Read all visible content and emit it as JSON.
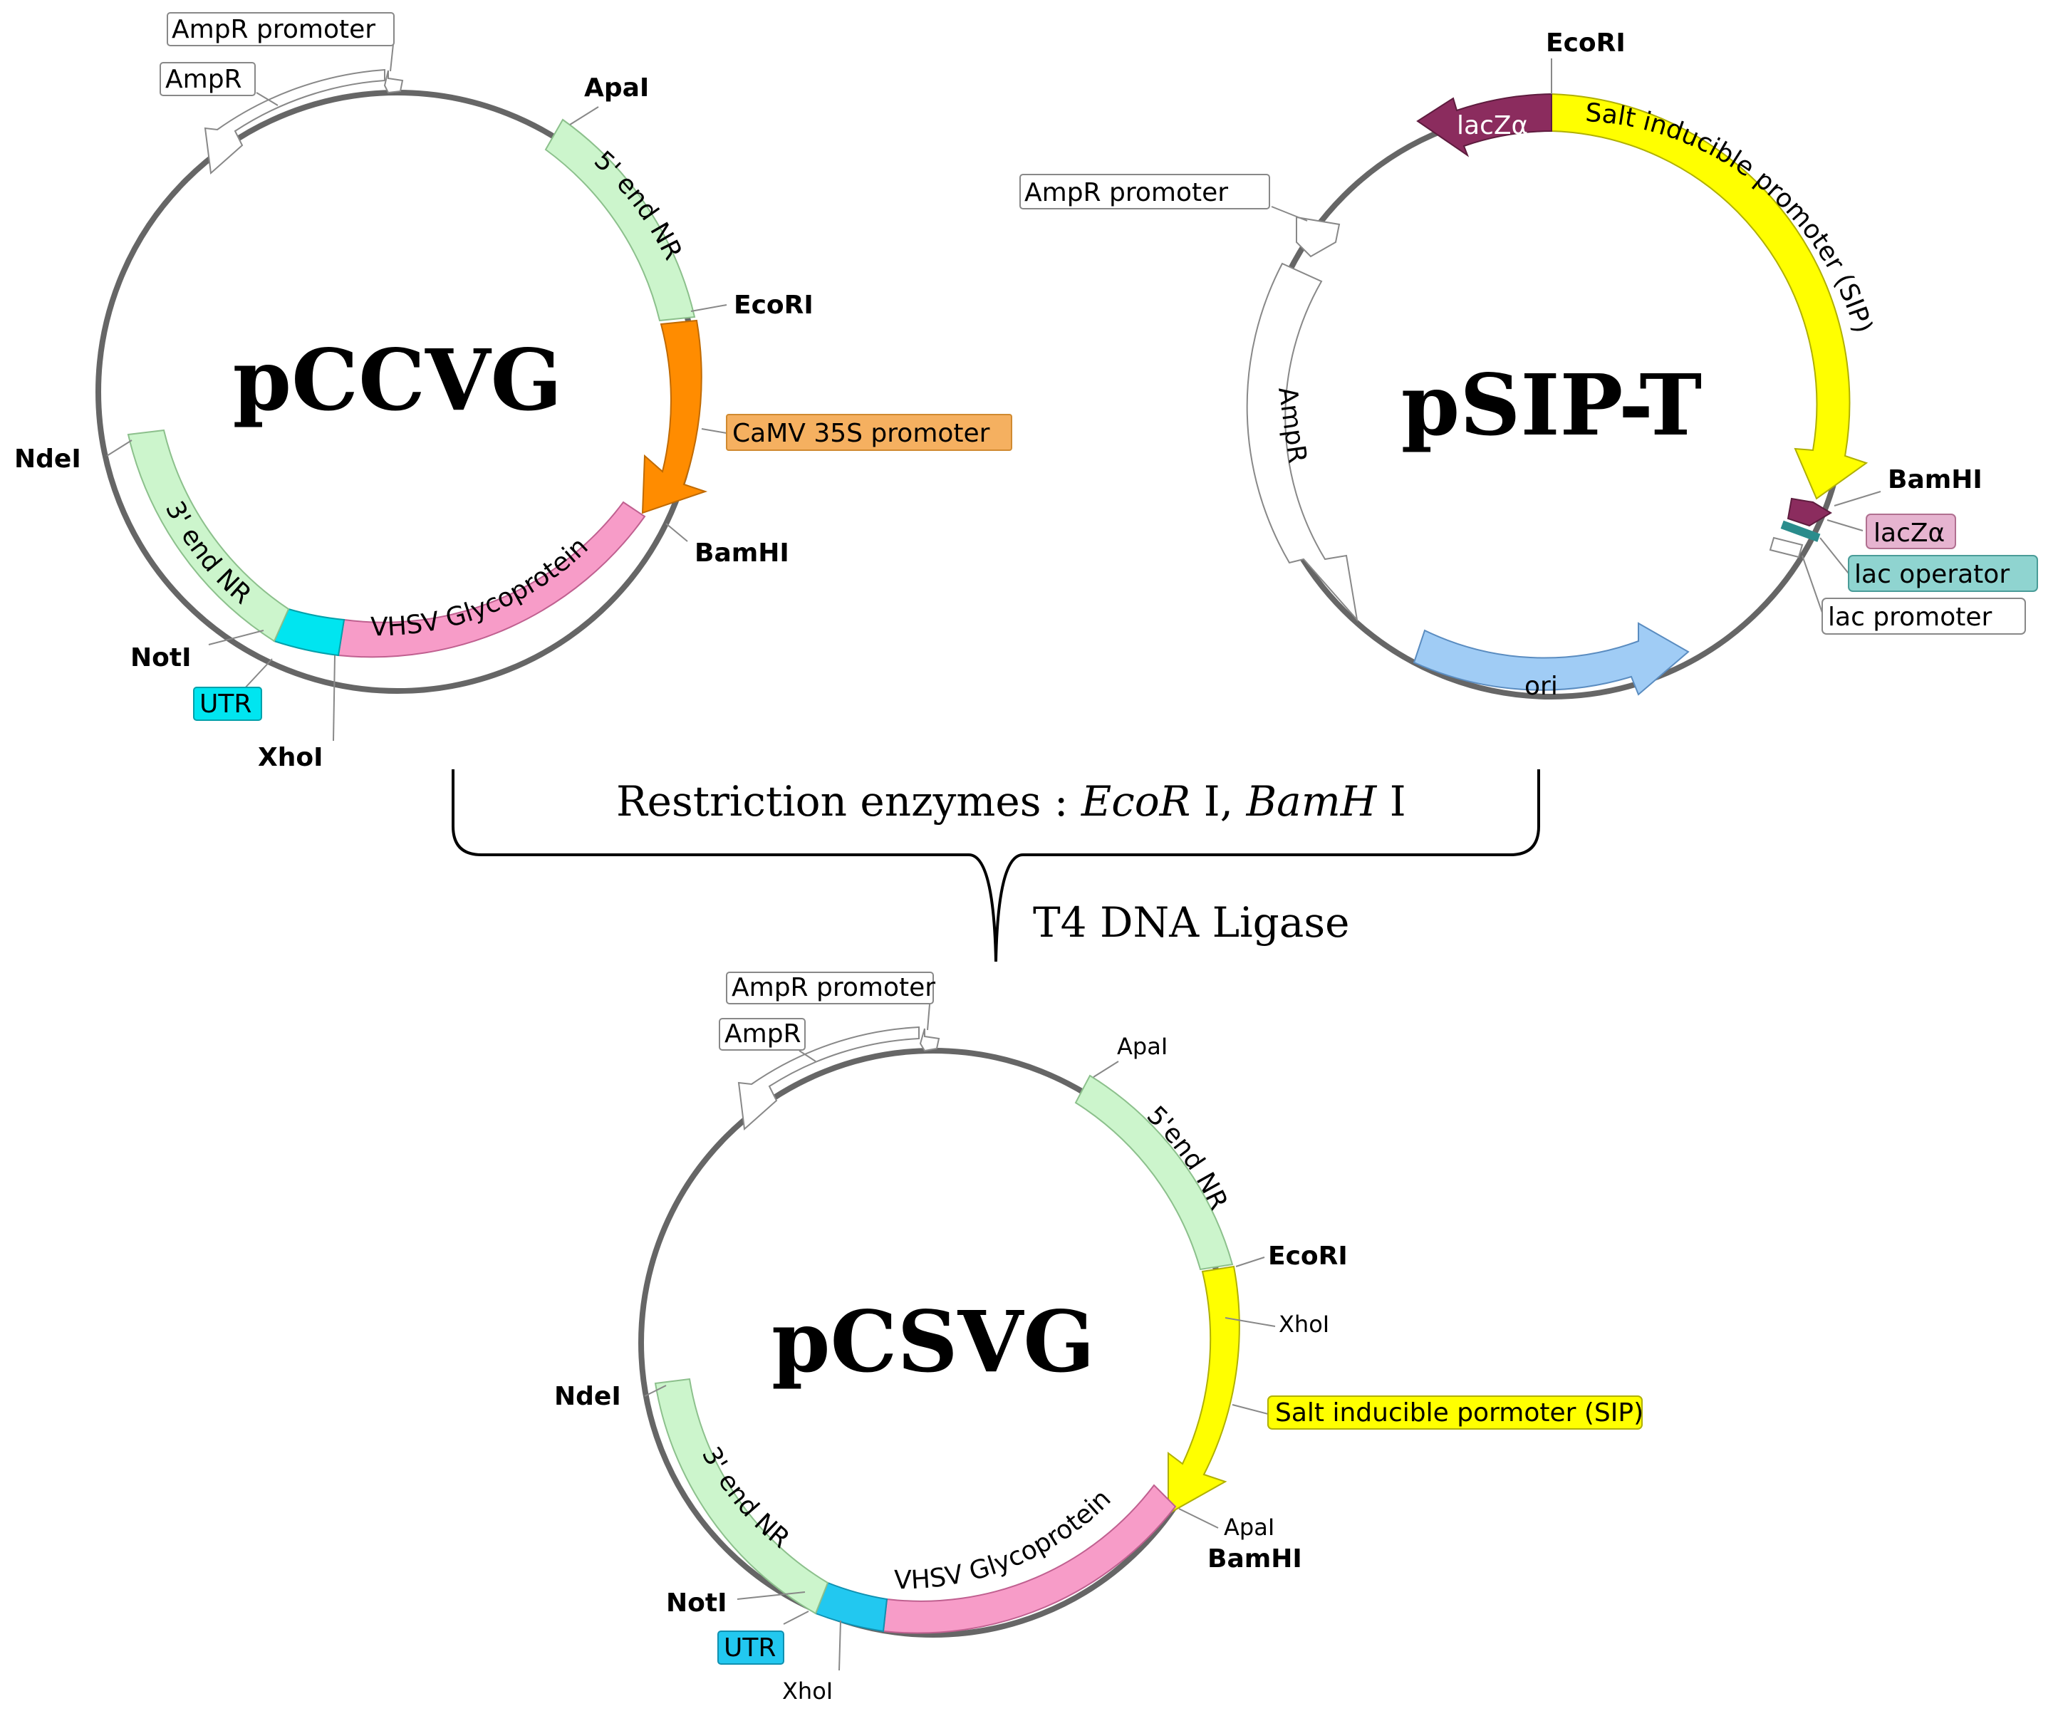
{
  "plasmids": {
    "pccvg": {
      "name": "pCCVG",
      "sites": [
        "ApaI",
        "EcoRI",
        "BamHI",
        "NdeI",
        "NotI",
        "XhoI"
      ],
      "features": {
        "amp_promoter": "AmpR promoter",
        "ampr": "AmpR",
        "five_end": "5' end NR",
        "camv": "CaMV 35S promoter",
        "vhsv": "VHSV Glycoprotein",
        "three_end": "3' end NR",
        "utr": "UTR"
      }
    },
    "psip": {
      "name": "pSIP-T",
      "sites": [
        "EcoRI",
        "BamHI"
      ],
      "features": {
        "laczalpha_top": "lacZα",
        "sip": "Salt inducible promoter (SIP)",
        "amp_promoter": "AmpR promoter",
        "ampr": "AmpR",
        "laczalpha_tag": "lacZα",
        "lac_operator": "lac operator",
        "lac_promoter": "lac promoter",
        "ori": "ori"
      }
    },
    "pcsvg": {
      "name": "pCSVG",
      "sites": [
        "ApaI",
        "EcoRI",
        "XhoI",
        "NdeI",
        "ApaI",
        "BamHI",
        "NotI",
        "XhoI"
      ],
      "features": {
        "amp_promoter": "AmpR promoter",
        "ampr": "AmpR",
        "five_end": "5'end NR",
        "sip": "Salt inducible pormoter (SIP)",
        "vhsv": "VHSV Glycoprotein",
        "three_end": "3' end NR",
        "utr": "UTR"
      }
    }
  },
  "process": {
    "restriction_prefix": "Restriction enzymes : ",
    "enzyme1": "EcoR",
    "enzyme1_suffix": " I, ",
    "enzyme2": "BamH",
    "enzyme2_suffix": " I",
    "ligase": "T4 DNA Ligase"
  },
  "colors": {
    "backbone": "#666666",
    "nr": "#ccf5cc",
    "camv": "#ff8c00",
    "camv_tag": "#f5b060",
    "vhsv": "#f79cc8",
    "utr": "#00e5f0",
    "utr_b": "#22c8f0",
    "sip": "#ffff00",
    "lacz": "#8b2c5e",
    "lacz_tag": "#e6b4d0",
    "lac_op": "#2a8c8c",
    "lac_op_tag": "#8fd4d0",
    "ori": "#a0ccf5"
  }
}
